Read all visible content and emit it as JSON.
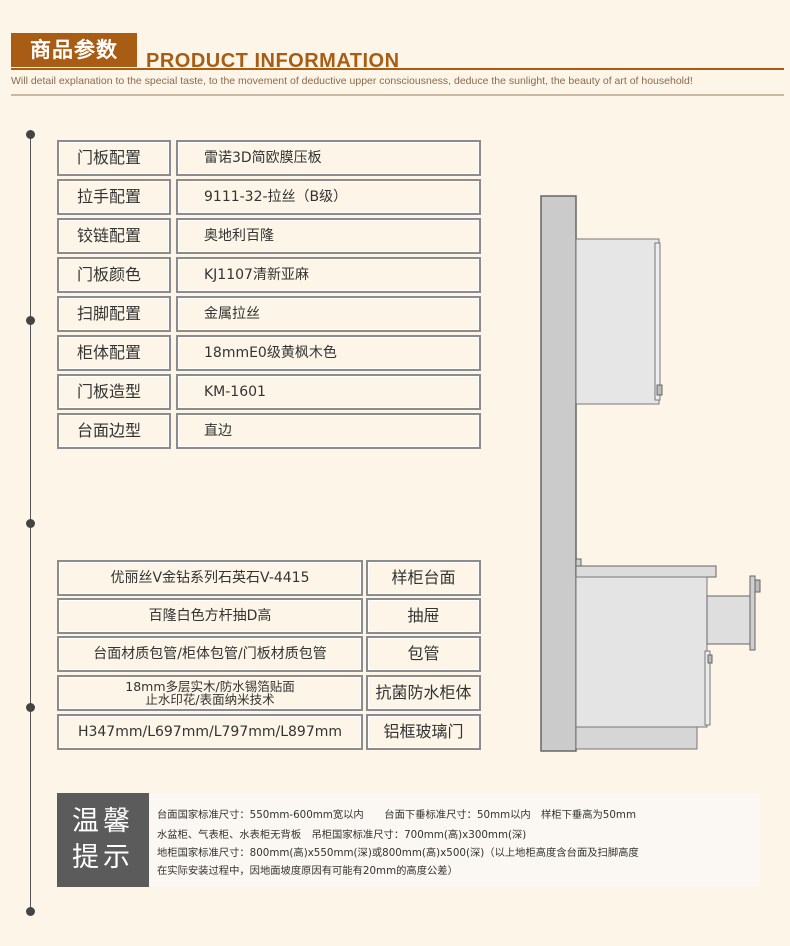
{
  "header": {
    "badge": "商品参数",
    "title_en": "PRODUCT  INFORMATION",
    "subtitle": "Will detail explanation to the special taste, to the movement of deductive upper consciousness, deduce the sunlight, the beauty of art of household!"
  },
  "specs": [
    {
      "label": "门板配置",
      "value": "雷诺3D简欧膜压板"
    },
    {
      "label": "拉手配置",
      "value": "9111-32-拉丝（B级）"
    },
    {
      "label": "铰链配置",
      "value": "奥地利百隆"
    },
    {
      "label": "门板颜色",
      "value": "KJ1107清新亚麻"
    },
    {
      "label": "扫脚配置",
      "value": "金属拉丝"
    },
    {
      "label": "柜体配置",
      "value": "18mmE0级黄枫木色"
    },
    {
      "label": "门板造型",
      "value": "KM-1601"
    },
    {
      "label": "台面边型",
      "value": "直边"
    }
  ],
  "materials": [
    {
      "left": "优丽丝V金钻系列石英石V-4415",
      "right": "样柜台面"
    },
    {
      "left": "百隆白色方杆抽D高",
      "right": "抽屉"
    },
    {
      "left": "台面材质包管/柜体包管/门板材质包管",
      "right": "包管"
    },
    {
      "left_line1": "18mm多层实木/防水锡箔贴面",
      "left_line2": "止水印花/表面纳米技术",
      "right": "抗菌防水柜体"
    },
    {
      "left": "H347mm/L697mm/L797mm/L897mm",
      "right": "铝框玻璃门"
    }
  ],
  "tips": {
    "title_line1": "温馨",
    "title_line2": "提示",
    "lines": [
      "台面国家标准尺寸：550mm-600mm宽以内　　台面下垂标准尺寸：50mm以内　样柜下垂高为50mm",
      "水盆柜、气表柜、水表柜无背板　吊柜国家标准尺寸：700mm(高)x300mm(深)",
      "地柜国家标准尺寸：800mm(高)x550mm(深)或800mm(高)x500(深)（以上地柜高度含台面及扫脚高度",
      "在实际安装过程中，因地面坡度原因有可能有20mm的高度公差）"
    ]
  },
  "colors": {
    "accent": "#a85c14",
    "tips_bg": "#5b5b5b",
    "cabinet_gray": "#c9c9c9"
  }
}
